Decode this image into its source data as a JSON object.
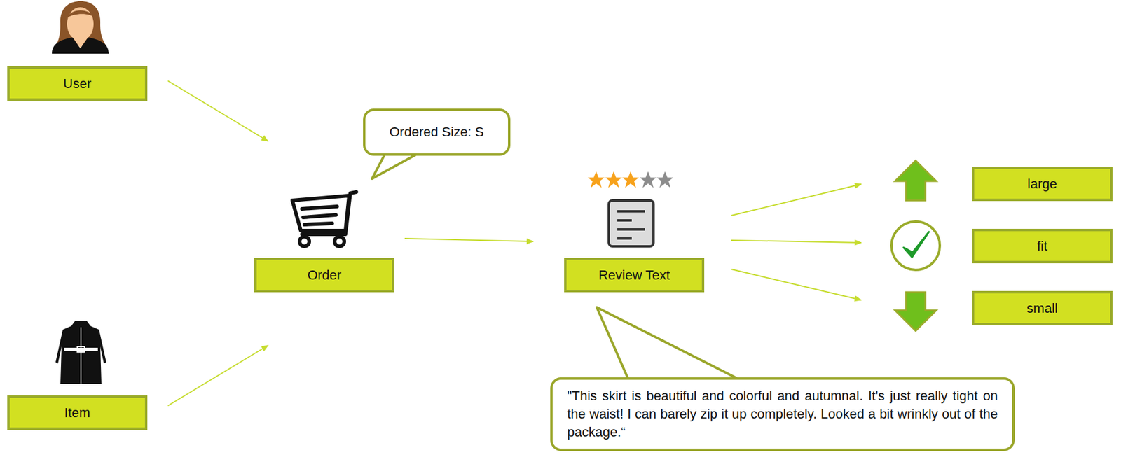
{
  "diagram": {
    "nodes": [
      {
        "text": [
          "User"
        ]
      },
      {
        "text": [
          "Ordered Size: S"
        ]
      },
      {
        "text": [
          "Order"
        ]
      },
      {
        "text": [
          "Review Text"
        ]
      },
      {
        "text": [
          "large"
        ]
      },
      {
        "text": [
          "fit"
        ]
      },
      {
        "text": [
          "small"
        ]
      },
      {
        "text": [
          "Item"
        ]
      },
      {
        "text": [
          "\"This skirt is beautiful and colorful and autumnal. It's just really tight on the waist! I can barely zip it up completely. Looked a bit wrinkly out of the package.“"
        ]
      }
    ],
    "edges": [
      {
        "from": 0,
        "to": 2,
        "arrow": "to"
      },
      {
        "from": 7,
        "to": 2,
        "arrow": "to"
      },
      {
        "from": 2,
        "to": 3,
        "arrow": "to"
      },
      {
        "from": 3,
        "to": 4,
        "arrow": "to"
      },
      {
        "from": 3,
        "to": 5,
        "arrow": "to"
      },
      {
        "from": 3,
        "to": 6,
        "arrow": "to"
      }
    ]
  }
}
